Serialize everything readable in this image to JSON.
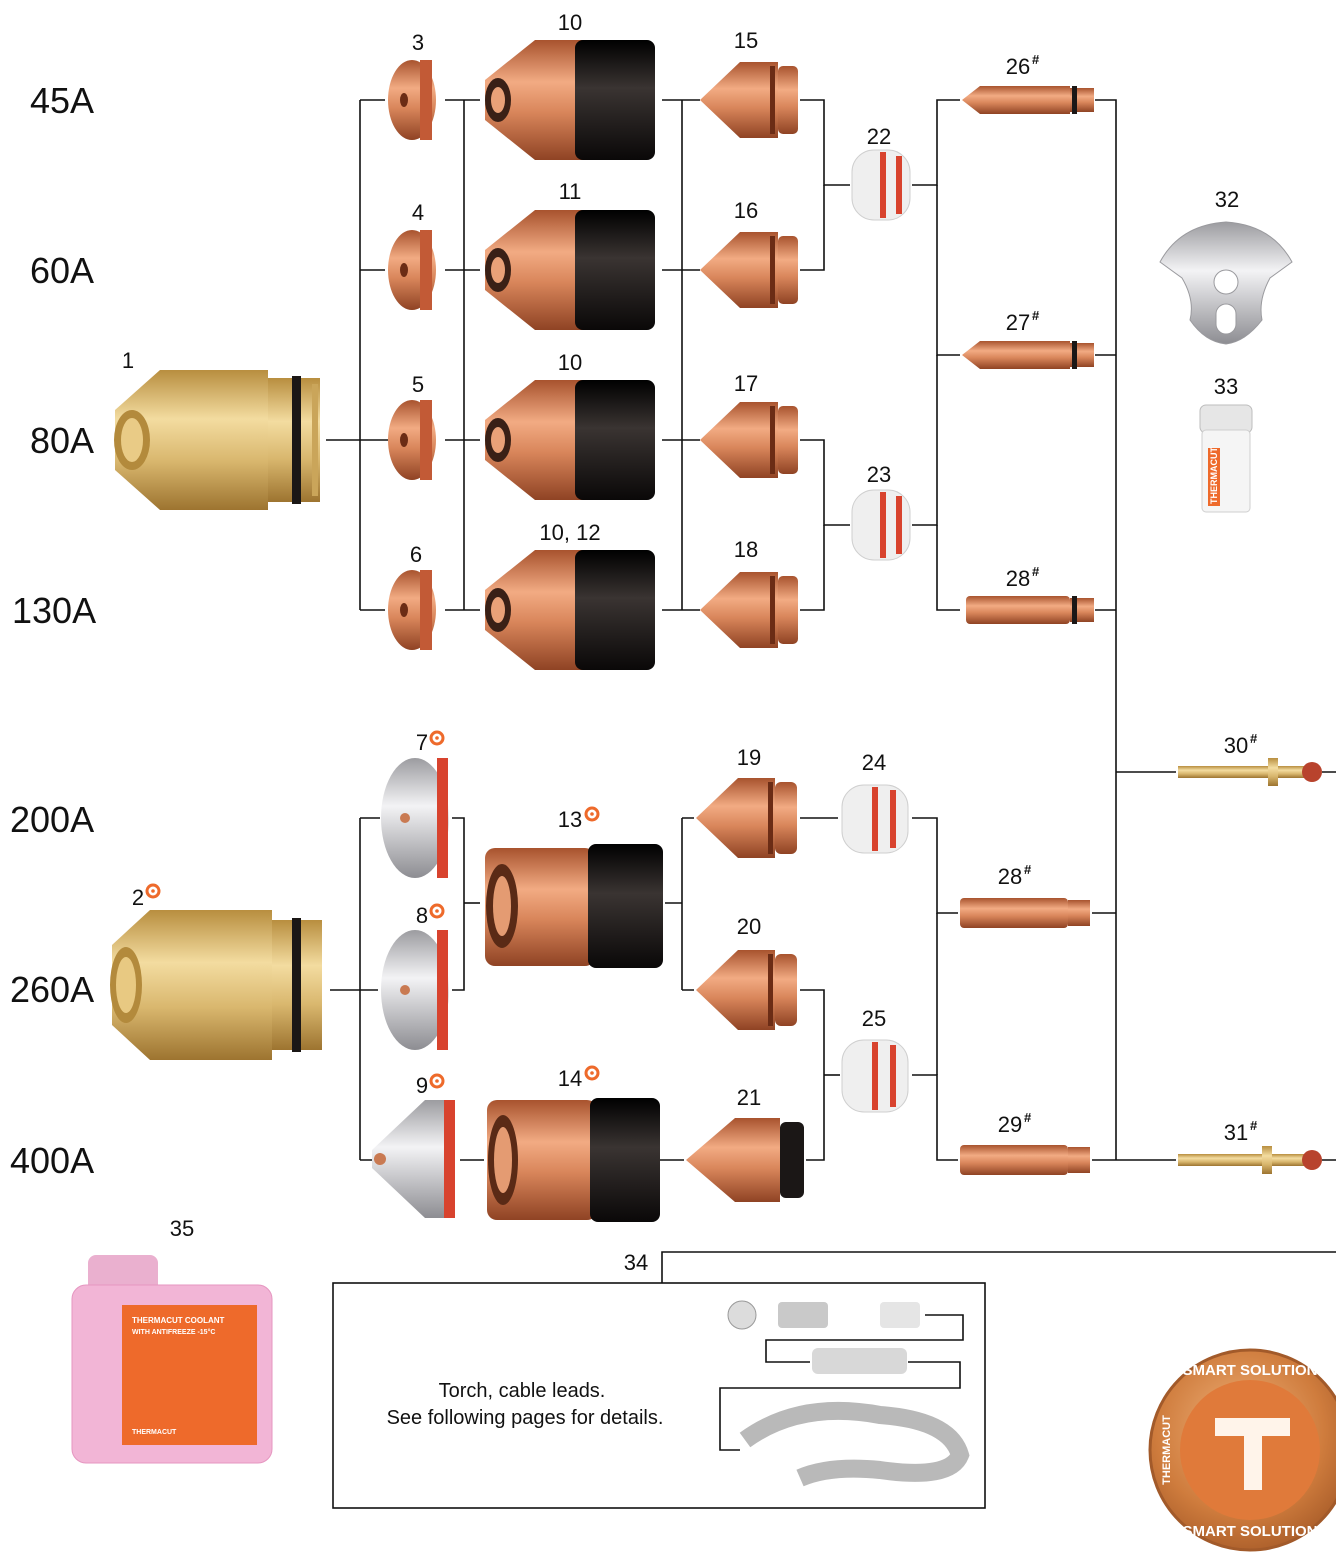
{
  "amperages": [
    "45A",
    "60A",
    "80A",
    "130A",
    "200A",
    "260A",
    "400A"
  ],
  "parts": {
    "p1": "1",
    "p2": "2",
    "p3": "3",
    "p4": "4",
    "p5": "5",
    "p6": "6",
    "p7": "7",
    "p8": "8",
    "p9": "9",
    "p10a": "10",
    "p11": "11",
    "p10b": "10",
    "p10_12": "10, 12",
    "p13": "13",
    "p14": "14",
    "p15": "15",
    "p16": "16",
    "p17": "17",
    "p18": "18",
    "p19": "19",
    "p20": "20",
    "p21": "21",
    "p22": "22",
    "p23": "23",
    "p24": "24",
    "p25": "25",
    "p26": "26",
    "p27": "27",
    "p28a": "28",
    "p28b": "28",
    "p29": "29",
    "p30": "30",
    "p31": "31",
    "p32": "32",
    "p33": "33",
    "p34": "34",
    "p35": "35"
  },
  "hash_mark": "#",
  "torch_note": {
    "line1": "Torch, cable leads.",
    "line2": "See following pages for details."
  },
  "coolant_label": {
    "title1": "THERMACUT COOLANT",
    "title2": "WITH ANTIFREEZE -15°C",
    "brand": "THERMACUT"
  },
  "lube_label": "THERMACUT",
  "badge": {
    "top_text": "SMART SOLUTION",
    "bottom_text": "SMART SOLUTION",
    "side_text": "THERMACUT"
  },
  "colors": {
    "copper": "#c97a52",
    "brass": "#d8b46a",
    "black_sleeve": "#1e1a19",
    "silver": "#cfcfd1",
    "orange_mark": "#ee6a2b",
    "red_oring": "#d8432e",
    "coolant_pink": "#f2b5d6",
    "badge_orange": "#d7803f"
  }
}
